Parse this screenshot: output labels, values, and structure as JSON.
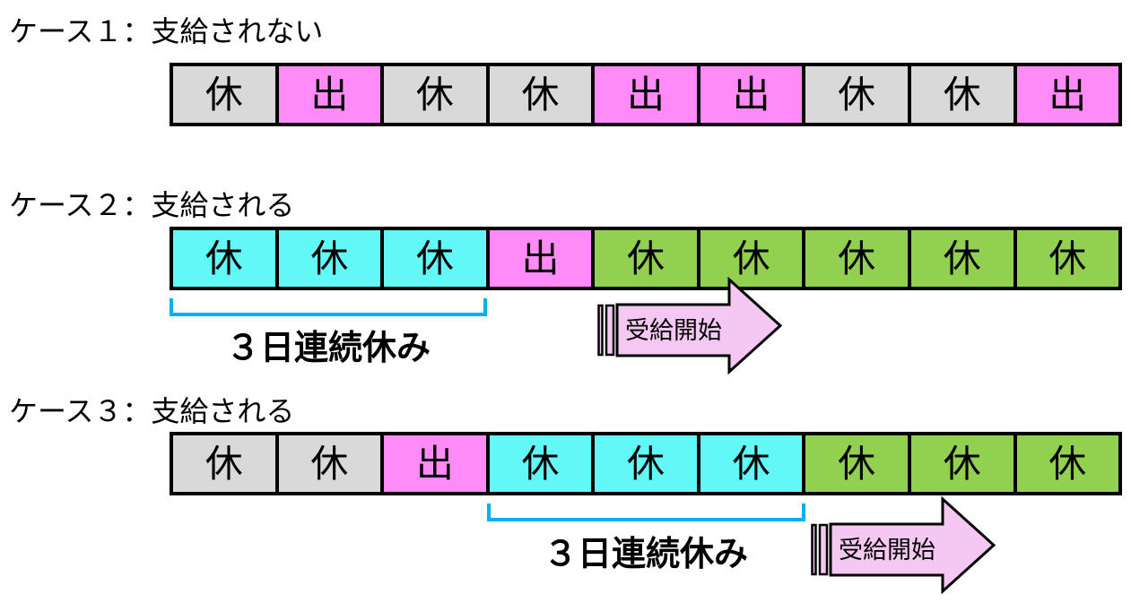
{
  "colors": {
    "background": "#ffffff",
    "border_black": "#000000",
    "rest_gray": "#d9d9d9",
    "work_pink": "#ff8af8",
    "rest_cyan": "#63f8f8",
    "rest_green": "#92d050",
    "bracket_blue": "#00b0f0",
    "arrow_fill": "#f5c8f3"
  },
  "cases": [
    {
      "title": "ケース１：支給されない",
      "cells": [
        {
          "label": "休"
        },
        {
          "label": "出"
        },
        {
          "label": "休"
        },
        {
          "label": "休"
        },
        {
          "label": "出"
        },
        {
          "label": "出"
        },
        {
          "label": "休"
        },
        {
          "label": "休"
        },
        {
          "label": "出"
        }
      ]
    },
    {
      "title": "ケース２：支給される",
      "cells": [
        {
          "label": "休"
        },
        {
          "label": "休"
        },
        {
          "label": "休"
        },
        {
          "label": "出"
        },
        {
          "label": "休"
        },
        {
          "label": "休"
        },
        {
          "label": "休"
        },
        {
          "label": "休"
        },
        {
          "label": "休"
        }
      ],
      "bracket_label": "３日連続休み",
      "arrow_label": "受給開始"
    },
    {
      "title": "ケース３：支給される",
      "cells": [
        {
          "label": "休"
        },
        {
          "label": "休"
        },
        {
          "label": "出"
        },
        {
          "label": "休"
        },
        {
          "label": "休"
        },
        {
          "label": "休"
        },
        {
          "label": "休"
        },
        {
          "label": "休"
        },
        {
          "label": "休"
        }
      ],
      "bracket_label": "３日連続休み",
      "arrow_label": "受給開始"
    }
  ]
}
